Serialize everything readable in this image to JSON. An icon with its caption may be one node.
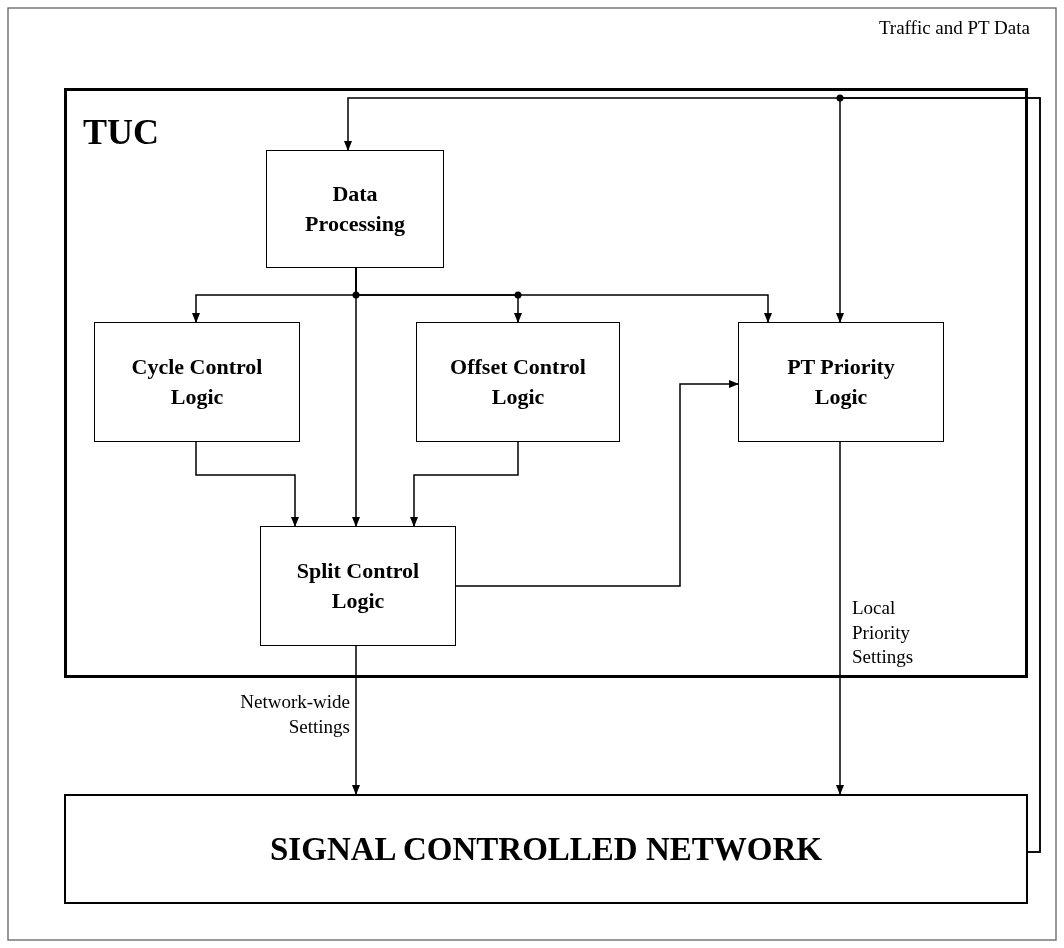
{
  "diagram": {
    "nodes": [
      {
        "text": [
          "TUC"
        ]
      },
      {
        "text": [
          "Data Processing"
        ],
        "in": 0
      },
      {
        "text": [
          "Cycle Control Logic"
        ],
        "in": 0
      },
      {
        "text": [
          "Offset Control Logic"
        ],
        "in": 0
      },
      {
        "text": [
          "PT Priority Logic"
        ],
        "in": 0
      },
      {
        "text": [
          "Split Control Logic"
        ],
        "in": 0
      },
      {
        "text": [
          "SIGNAL CONTROLLED NETWORK"
        ]
      }
    ],
    "edges": [
      {
        "from": 6,
        "to": 1,
        "arrow": "to",
        "label": "Traffic and PT Data"
      },
      {
        "from": 6,
        "to": 4,
        "arrow": "to"
      },
      {
        "from": 1,
        "to": 2,
        "arrow": "to"
      },
      {
        "from": 1,
        "to": 5,
        "arrow": "to"
      },
      {
        "from": 1,
        "to": 3,
        "arrow": "to"
      },
      {
        "from": 1,
        "to": 4,
        "arrow": "to"
      },
      {
        "from": 2,
        "to": 5,
        "arrow": "to"
      },
      {
        "from": 3,
        "to": 5,
        "arrow": "to"
      },
      {
        "from": 5,
        "to": 4,
        "arrow": "to"
      },
      {
        "from": 5,
        "to": 6,
        "arrow": "to",
        "label": "Network-wide Settings"
      },
      {
        "from": 4,
        "to": 6,
        "arrow": "to",
        "label": "Local Priority Settings"
      }
    ]
  }
}
